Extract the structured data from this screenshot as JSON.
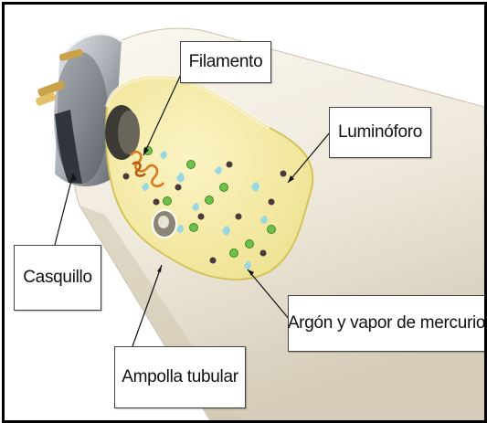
{
  "labels": {
    "filamento": "Filamento",
    "luminoforo": "Luminóforo",
    "casquillo": "Casquillo",
    "argon": "Argón y vapor de mercurio",
    "ampolla": "Ampolla tubular"
  },
  "colors": {
    "tube": "#f1ece0",
    "tube_shadow": "#d8d0bd",
    "phosphor_window": "#f3e9a3",
    "glass_outline": "#e5d56a",
    "cap_metal": "#b8bcc1",
    "cap_dark": "#2b2f36",
    "pins": "#c9a24a",
    "filament": "#d87a1f",
    "mercury_dot": "#4a3b3b",
    "argon_dot": "#6fbf4a",
    "uv_drop": "#8fd6e8",
    "outline": "#111111"
  }
}
